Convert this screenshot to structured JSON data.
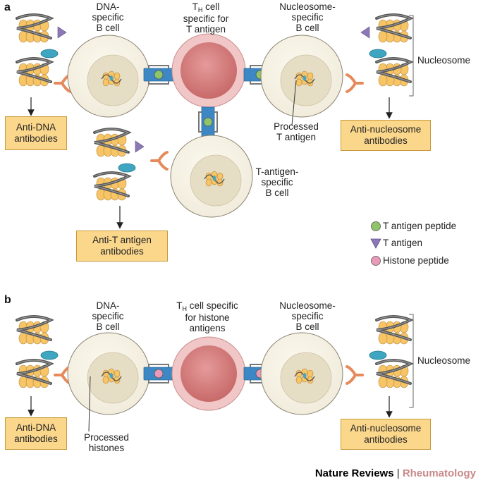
{
  "panel_a": {
    "letter": "a",
    "dna_bcell_label": [
      "DNA-",
      "specific",
      "B cell"
    ],
    "th_cell_label_main": "T",
    "th_cell_label_sub": "H",
    "th_cell_label_rest": " cell",
    "th_cell_label_lines": [
      "specific for",
      "T antigen"
    ],
    "nucleosome_bcell_label": [
      "Nucleosome-",
      "specific",
      "B cell"
    ],
    "nucleosome_bracket_label": "Nucleosome",
    "processed_label": [
      "Processed",
      "T antigen"
    ],
    "t_antigen_bcell_label": [
      "T-antigen-",
      "specific",
      "B cell"
    ],
    "box_anti_dna": [
      "Anti-DNA",
      "antibodies"
    ],
    "box_anti_nucleosome": [
      "Anti-nucleosome",
      "antibodies"
    ],
    "box_anti_t": [
      "Anti-T antigen",
      "antibodies"
    ]
  },
  "legend": {
    "items": [
      {
        "label": "T antigen peptide",
        "icon": "green-circle-icon",
        "color": "#8fc46a"
      },
      {
        "label": "T antigen",
        "icon": "purple-triangle-icon",
        "color": "#8b78b5"
      },
      {
        "label": "Histone peptide",
        "icon": "pink-circle-icon",
        "color": "#e89ab8"
      }
    ]
  },
  "panel_b": {
    "letter": "b",
    "dna_bcell_label": [
      "DNA-",
      "specific",
      "B cell"
    ],
    "th_cell_label_main": "T",
    "th_cell_label_sub": "H",
    "th_cell_label_rest": " cell specific",
    "th_cell_label_lines": [
      "for histone",
      "antigens"
    ],
    "nucleosome_bcell_label": [
      "Nucleosome-",
      "specific",
      "B cell"
    ],
    "nucleosome_bracket_label": "Nucleosome",
    "processed_label": [
      "Processed",
      "histones"
    ],
    "box_anti_dna": [
      "Anti-DNA",
      "antibodies"
    ],
    "box_anti_nucleosome": [
      "Anti-nucleosome",
      "antibodies"
    ]
  },
  "footer": {
    "publisher": "Nature Reviews",
    "separator": "|",
    "journal": "Rheumatology"
  },
  "colors": {
    "bcell_fill": "#f1ecdc",
    "bcell_nucleus": "#e6ddc5",
    "th_cell_outer": "#f0c6c6",
    "th_cell_inner": "#d88080",
    "receptor_blue": "#3d88c4",
    "histone_orange": "#f7c566",
    "dna_strand": "#555555",
    "teal_antibody": "#3ea6c0",
    "box_fill": "#fbd78c"
  }
}
